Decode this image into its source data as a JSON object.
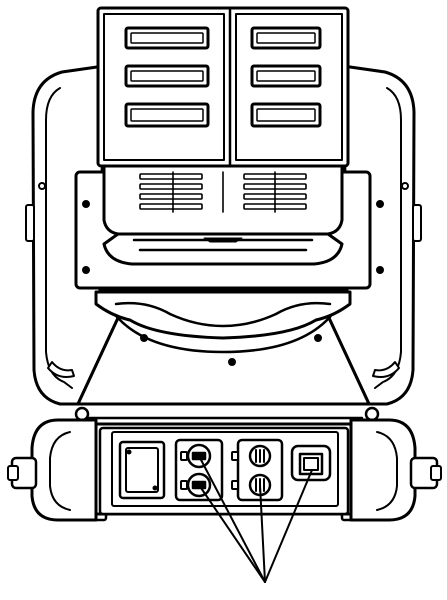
{
  "figure": {
    "subject": "moving-head-light-rear-view",
    "colors": {
      "line": "#000000",
      "fill": "#ffffff",
      "accent": "#000000"
    }
  },
  "callouts": {
    "count": 4,
    "targets": [
      "upper-left-connector",
      "lower-left-connector",
      "lower-middle-connector",
      "power-connector"
    ]
  }
}
